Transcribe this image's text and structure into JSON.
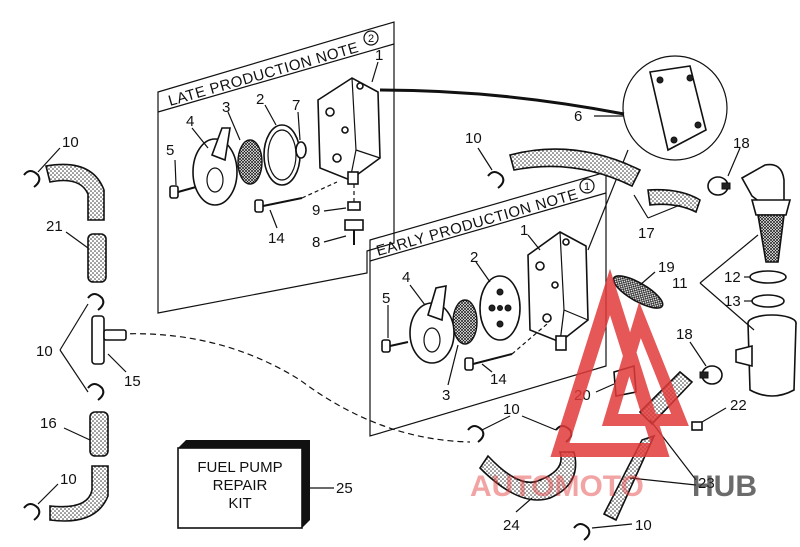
{
  "panels": {
    "late_header": "LATE PRODUCTION NOTE",
    "late_note_num": "2",
    "early_header": "EARLY PRODUCTION NOTE",
    "early_note_num": "1"
  },
  "kit_box": {
    "line1": "FUEL PUMP",
    "line2": "REPAIR",
    "line3": "KIT"
  },
  "callouts": {
    "late": {
      "n1": "1",
      "n2": "2",
      "n3": "3",
      "n4": "4",
      "n5": "5",
      "n7": "7",
      "n8": "8",
      "n9": "9",
      "n14": "14"
    },
    "early": {
      "n1": "1",
      "n2": "2",
      "n3": "3",
      "n4": "4",
      "n5": "5",
      "n14": "14"
    },
    "outer": {
      "n6": "6",
      "n10a": "10",
      "n10b": "10",
      "n10c": "10",
      "n10d": "10",
      "n10e": "10",
      "n10f": "10",
      "n11": "11",
      "n12": "12",
      "n13": "13",
      "n15": "15",
      "n16": "16",
      "n17": "17",
      "n18a": "18",
      "n18b": "18",
      "n19": "19",
      "n20": "20",
      "n21": "21",
      "n22": "22",
      "n23": "23",
      "n24": "24",
      "n25": "25"
    }
  },
  "watermark": {
    "text_a": "AUTOMOTO",
    "text_b": "HUB",
    "color_primary": "#e23a3a",
    "color_secondary": "#333333"
  }
}
